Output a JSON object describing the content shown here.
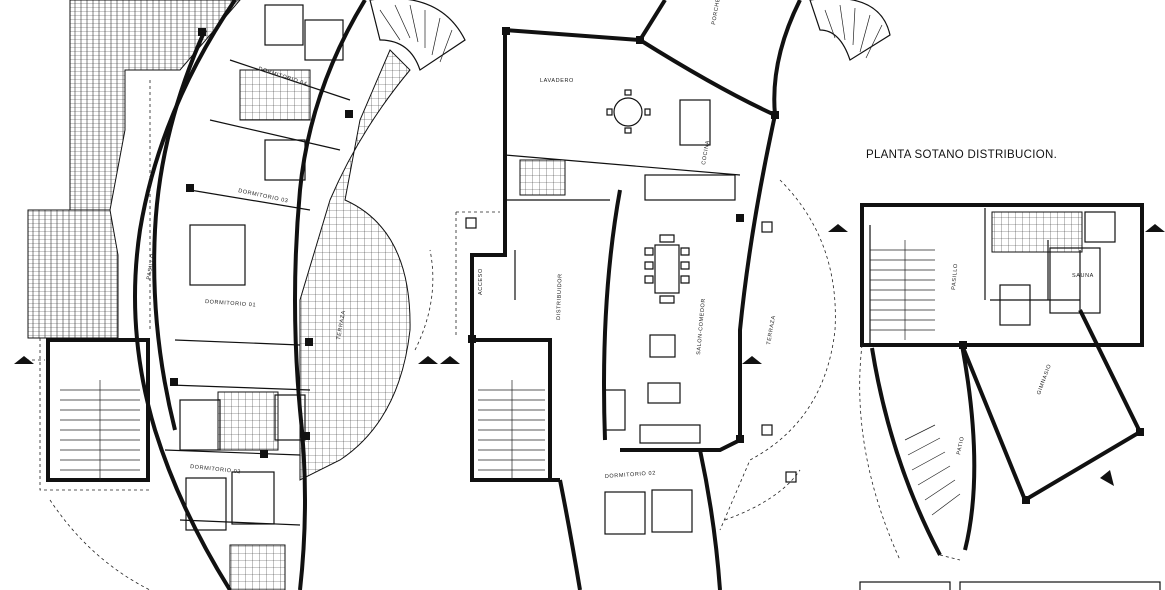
{
  "title": "PLANTA SOTANO DISTRIBUCION.",
  "rooms": {
    "left": {
      "dorm4": "DORMITORIO 04",
      "dorm3": "DORMITORIO 03",
      "dorm1": "DORMITORIO 01",
      "dorm2": "DORMITORIO 02",
      "pasillo": "PASILLO",
      "terraza": "TERRAZA"
    },
    "middle": {
      "lavadero": "LAVADERO",
      "cocina": "COCINA",
      "porche": "PORCHE",
      "distribuidor": "DISTRIBUIDOR",
      "salon": "SALON-COMEDOR",
      "terraza": "TERRAZA",
      "acceso": "ACCESO",
      "dorm2": "DORMITORIO 02"
    },
    "right": {
      "pasillo": "PASILLO",
      "sauna": "SAUNA",
      "gimnasio": "GIMNASIO",
      "patio": "PATIO"
    }
  },
  "colors": {
    "line": "#111111",
    "background": "#ffffff"
  }
}
